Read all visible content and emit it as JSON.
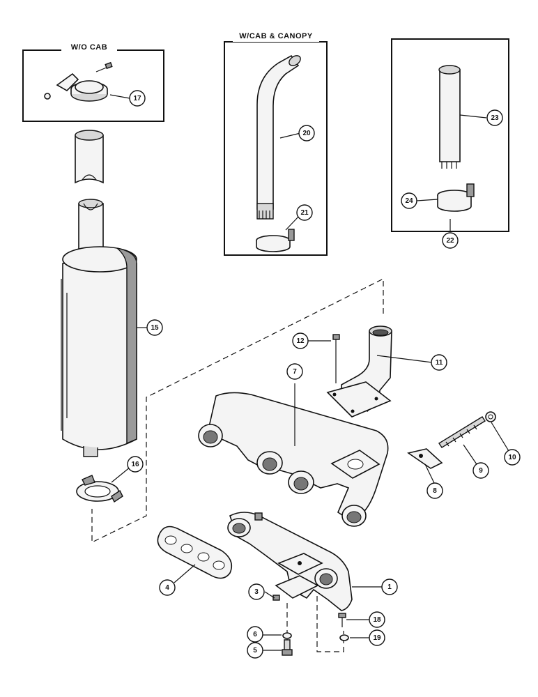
{
  "boxes": {
    "wo_cab": {
      "title": "W/O CAB"
    },
    "w_cab_canopy": {
      "title": "W/CAB & CANOPY"
    },
    "kit": {
      "callout": "22"
    }
  },
  "callouts": {
    "c1": "1",
    "c3": "3",
    "c4": "4",
    "c5": "5",
    "c6": "6",
    "c7": "7",
    "c8": "8",
    "c9": "9",
    "c10": "10",
    "c11": "11",
    "c12": "12",
    "c15": "15",
    "c16": "16",
    "c17": "17",
    "c18": "18",
    "c19": "19",
    "c20": "20",
    "c21": "21",
    "c23": "23",
    "c24": "24"
  },
  "colors": {
    "ink": "#111111",
    "paper": "#ffffff",
    "shade": "#9a9a9a"
  }
}
